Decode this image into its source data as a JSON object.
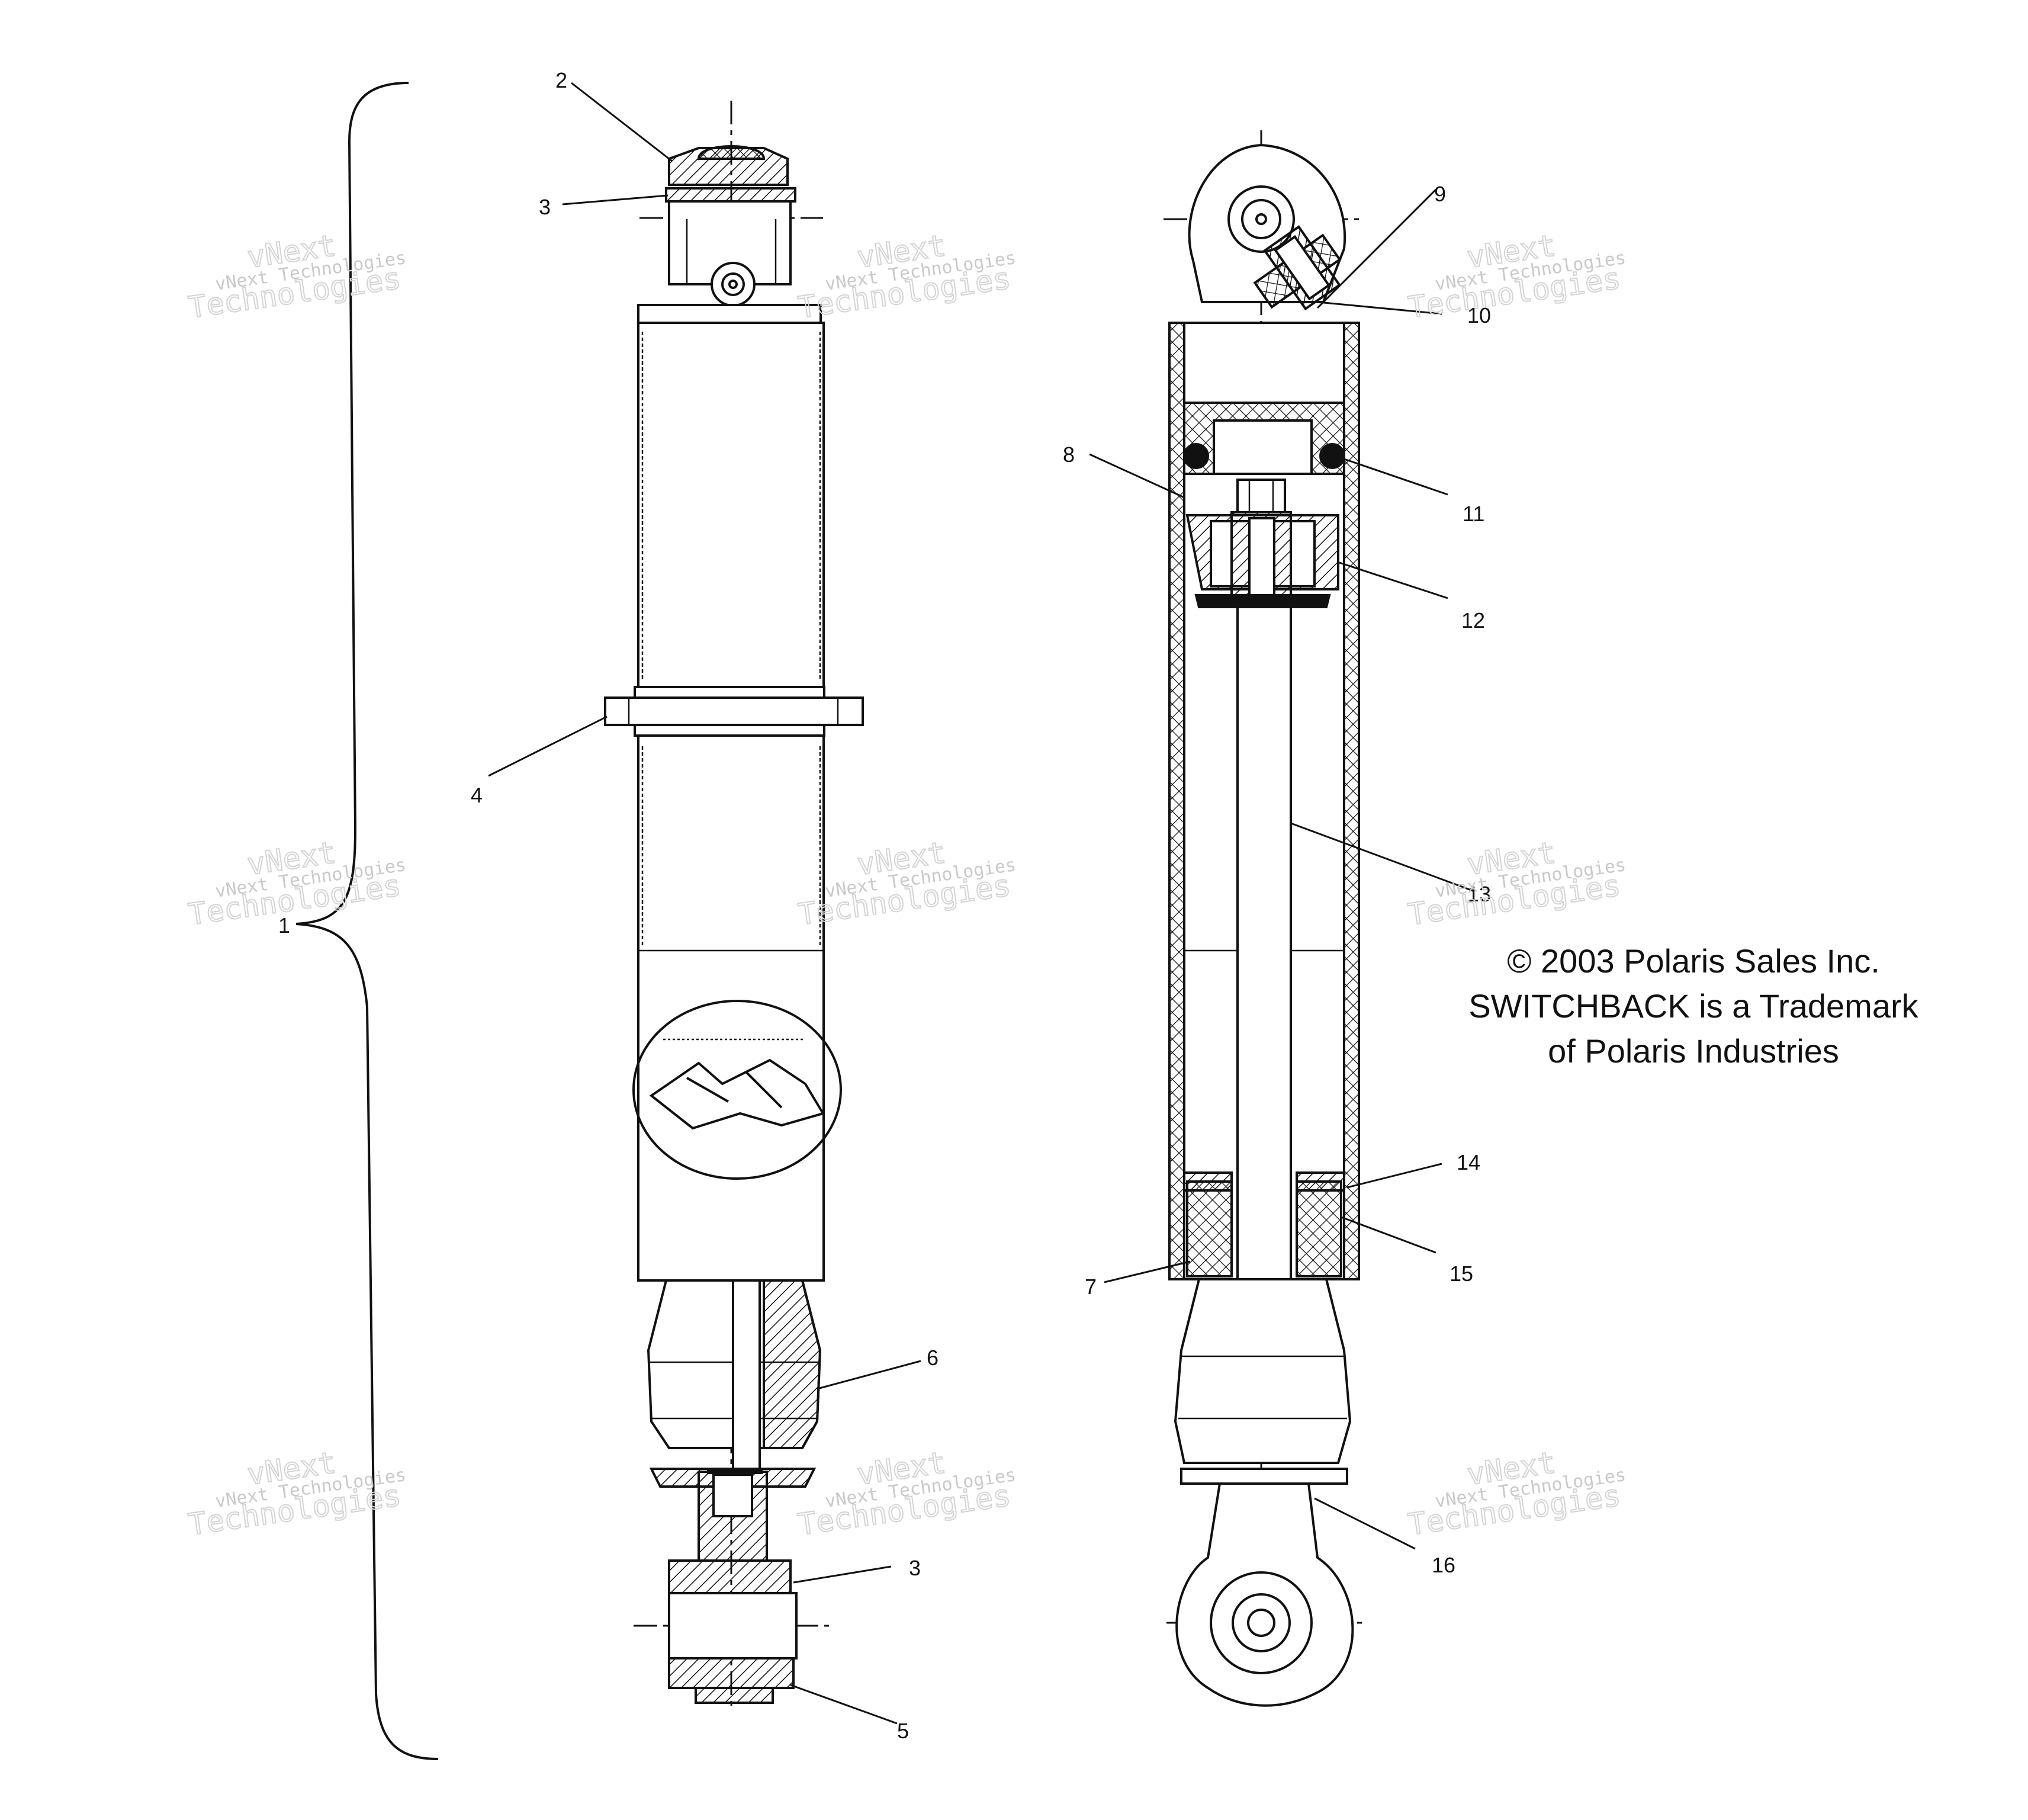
{
  "callouts": {
    "c1": "1",
    "c2": "2",
    "c3a": "3",
    "c3b": "3",
    "c4": "4",
    "c5": "5",
    "c6": "6",
    "c7": "7",
    "c8": "8",
    "c9": "9",
    "c10": "10",
    "c11": "11",
    "c12": "12",
    "c13": "13",
    "c14": "14",
    "c15": "15",
    "c16": "16"
  },
  "notice": {
    "line1": "© 2003 Polaris Sales Inc.",
    "line2": "SWITCHBACK is a Trademark",
    "line3": "of Polaris Industries"
  },
  "watermark": {
    "small": "vNext Technologies",
    "large_top": "vNext",
    "large_bottom": "Technologies"
  }
}
